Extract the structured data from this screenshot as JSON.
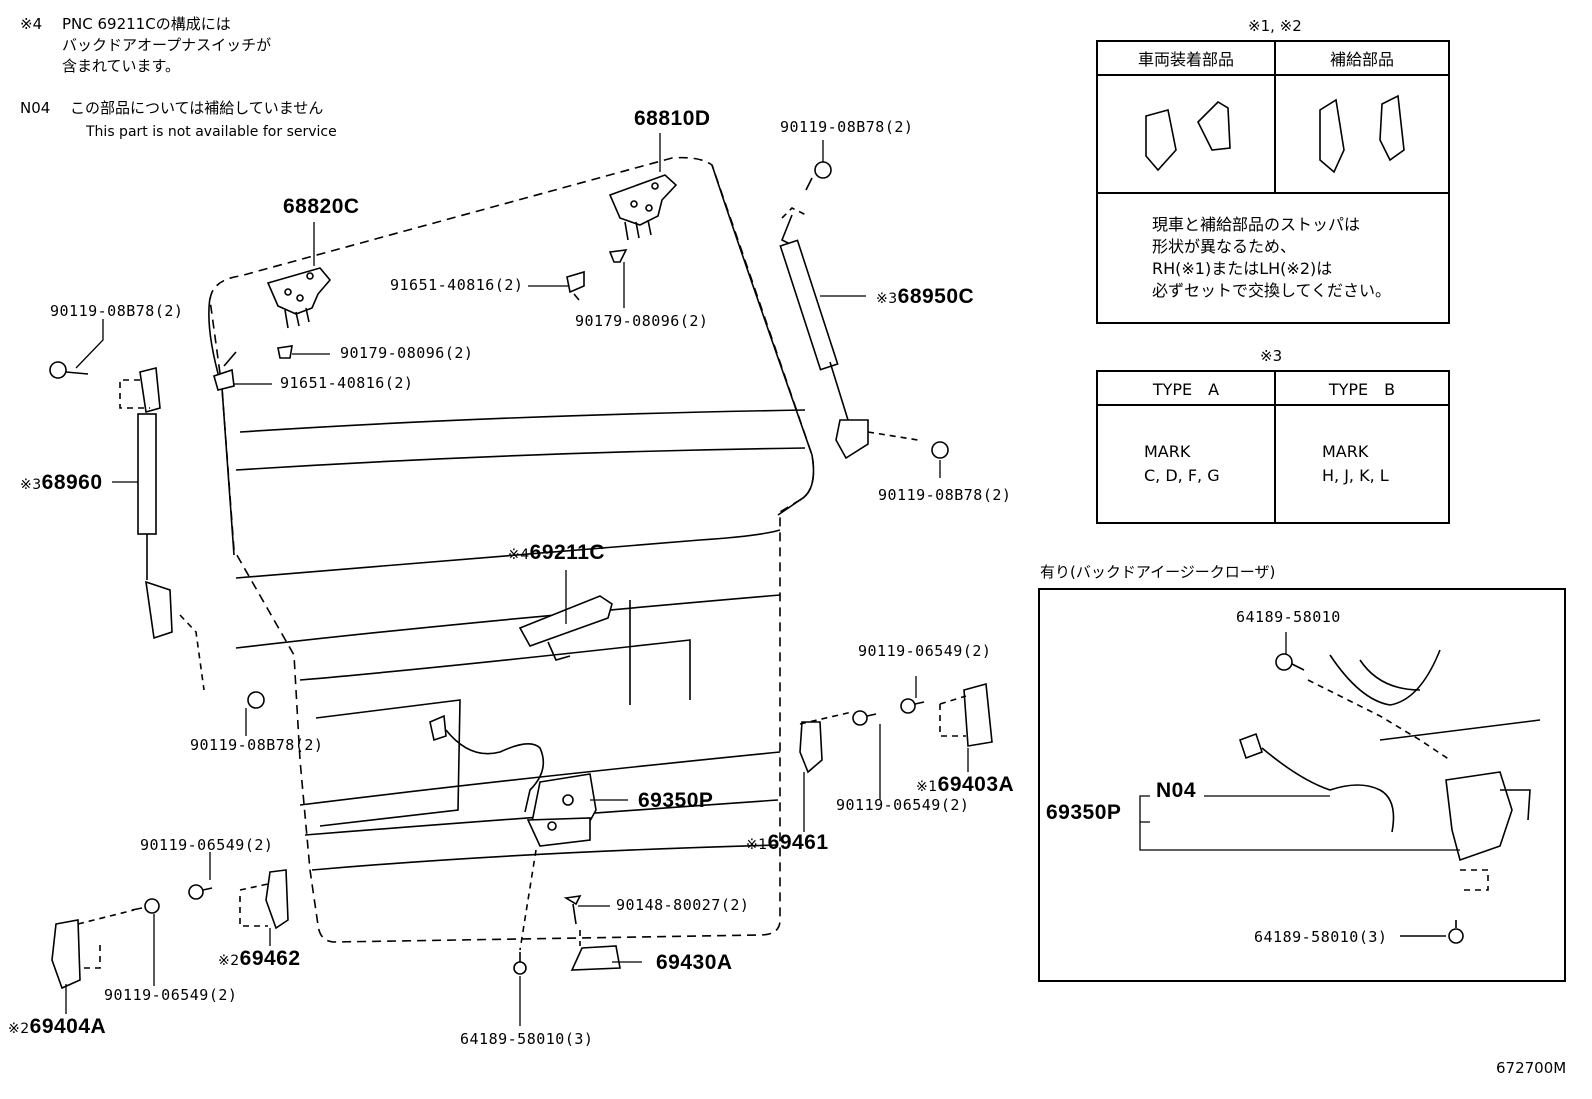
{
  "header_notes": {
    "note4_mark": "※4",
    "note4_lines": [
      "PNC 69211Cの構成には",
      "バックドアオープナスイッチが",
      "含まれています。"
    ],
    "n04_code": "N04",
    "n04_ja": "この部品については補給していません",
    "n04_en": "This part is not available for service"
  },
  "parts": {
    "p68810D": "68810D",
    "p68820C": "68820C",
    "p90119_08B78_top": "90119-08B78(2)",
    "p91651_40816_center": "91651-40816(2)",
    "p90179_08096_center": "90179-08096(2)",
    "p68950C_mark": "※3",
    "p68950C": "68950C",
    "p90119_08B78_left": "90119-08B78(2)",
    "p90179_08096_left": "90179-08096(2)",
    "p91651_40816_left": "91651-40816(2)",
    "p68960_mark": "※3",
    "p68960": "68960",
    "p90119_08B78_right": "90119-08B78(2)",
    "p69211C_mark": "※4",
    "p69211C": "69211C",
    "p90119_08B78_lower": "90119-08B78(2)",
    "p90119_06549_upper_right": "90119-06549(2)",
    "p69403A_mark": "※1",
    "p69403A": "69403A",
    "p90119_06549_mid_right": "90119-06549(2)",
    "p69350P": "69350P",
    "p69461_mark": "※1",
    "p69461": "69461",
    "p90119_06549_left_top": "90119-06549(2)",
    "p69462_mark": "※2",
    "p69462": "69462",
    "p90119_06549_left_bottom": "90119-06549(2)",
    "p69404A_mark": "※2",
    "p69404A": "69404A",
    "p90148_80027": "90148-80027(2)",
    "p69430A": "69430A",
    "p64189_58010_bottom": "64189-58010(3)"
  },
  "table_stopper": {
    "caption": "※1, ※2",
    "col1_header": "車両装着部品",
    "col2_header": "補給部品",
    "note_lines": [
      "現車と補給部品のストッパは",
      "形状が異なるため、",
      "RH(※1)またはLH(※2)は",
      "必ずセットで交換してください。"
    ]
  },
  "table_type": {
    "caption": "※3",
    "col1_header": "TYPE　A",
    "col2_header": "TYPE　B",
    "col1_mark_label": "MARK",
    "col1_mark_values": "C, D, F, G",
    "col2_mark_label": "MARK",
    "col2_mark_values": "H, J, K, L"
  },
  "inset": {
    "caption": "有り(バックドアイージークローザ)",
    "p64189_58010_top": "64189-58010",
    "p69350P": "69350P",
    "n04": "N04",
    "p64189_58010_bottom": "64189-58010(3)"
  },
  "figure_id": "672700M"
}
